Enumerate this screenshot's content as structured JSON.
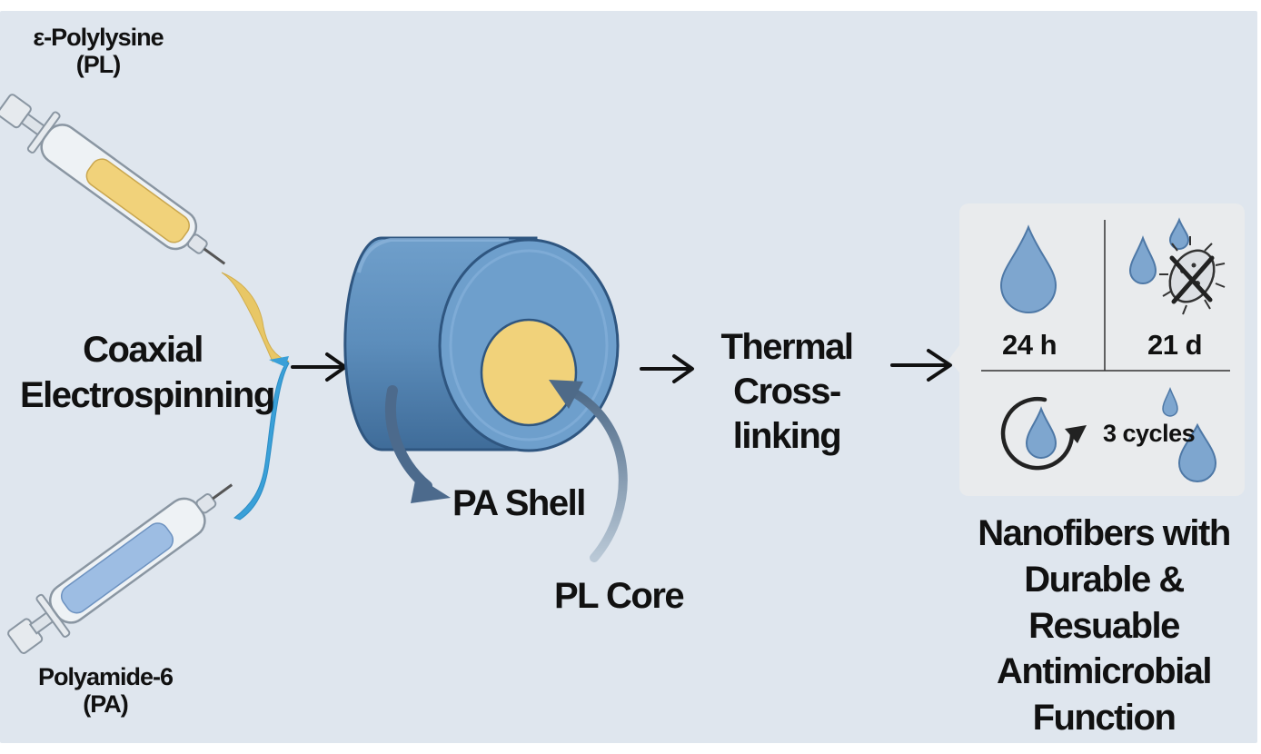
{
  "labels": {
    "polylysine": "ε-Polylysine\n(PL)",
    "polyamide": "Polyamide-6\n(PA)",
    "process": "Coaxial\nElectrospinning",
    "shell": "PA Shell",
    "core": "PL Core",
    "crosslink": "Thermal\nCross-linking",
    "result": "Nanofibers with\nDurable & Resuable\nAntimicrobial\nFunction"
  },
  "stats": {
    "duration_hours": "24 h",
    "duration_days": "21 d",
    "cycles": "3 cycles"
  },
  "colors": {
    "background": "#dfe6ee",
    "pl_yellow": "#f1d27a",
    "pa_blue": "#6fa0cb",
    "droplet": "#7ea6cf",
    "arrow": "#111111"
  },
  "icons": [
    "syringe-icon",
    "fiber-cylinder-icon",
    "droplet-icon",
    "bacteria-crossed-icon",
    "cycle-icon",
    "arrow-right-icon"
  ]
}
